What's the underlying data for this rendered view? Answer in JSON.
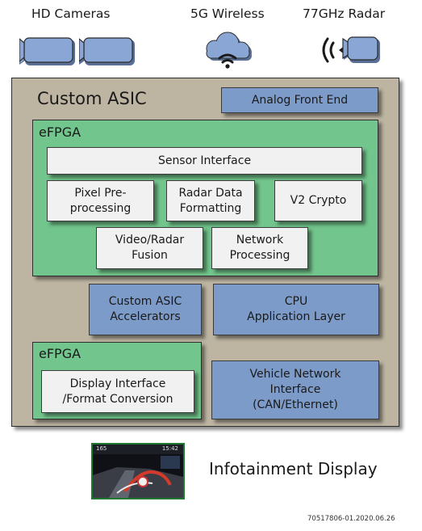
{
  "top_labels": {
    "hd_cameras": "HD Cameras",
    "wireless": "5G Wireless",
    "radar": "77GHz Radar"
  },
  "asic": {
    "title": "Custom ASIC",
    "analog_front_end": "Analog Front End"
  },
  "efpga_top": {
    "title": "eFPGA",
    "sensor_interface": "Sensor Interface",
    "pixel_preprocessing": "Pixel Pre-\nprocessing",
    "radar_data_formatting": "Radar Data\nFormatting",
    "v2_crypto": "V2 Crypto",
    "video_radar_fusion": "Video/Radar\nFusion",
    "network_processing": "Network\nProcessing"
  },
  "accelerators": "Custom ASIC\nAccelerators",
  "cpu": "CPU\nApplication Layer",
  "efpga_bottom": {
    "title": "eFPGA",
    "display_interface": "Display Interface\n/Format Conversion"
  },
  "vehicle_network": "Vehicle Network\nInterface\n(CAN/Ethernet)",
  "infotainment": {
    "label": "Infotainment Display",
    "screen_left": "165",
    "screen_right": "15:42"
  },
  "footer_code": "70517806-01.2020.06.26",
  "colors": {
    "asic_bg": "#bdb5a2",
    "efpga_green": "#72c58c",
    "block_blue": "#7d9bc9",
    "icon_blue": "#8aa6d4"
  }
}
